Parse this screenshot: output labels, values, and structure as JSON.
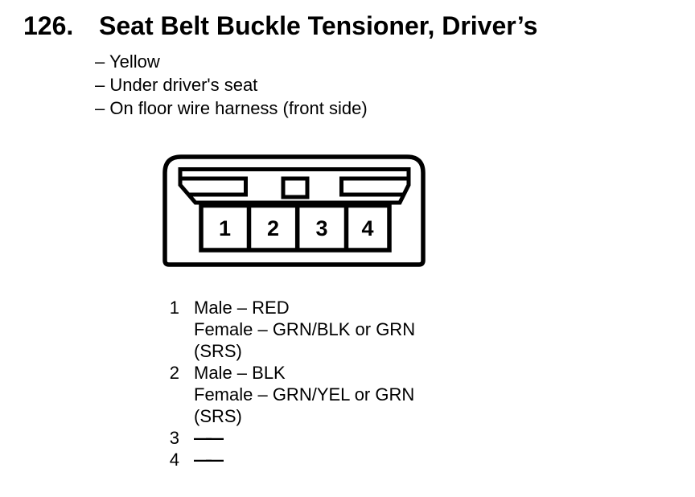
{
  "colors": {
    "ink": "#000000",
    "paper": "#ffffff"
  },
  "header": {
    "number": "126.",
    "title": "Seat Belt Buckle Tensioner, Driver’s"
  },
  "location_notes": [
    "– Yellow",
    "– Under driver's seat",
    "– On floor wire harness (front side)"
  ],
  "connector": {
    "pin_labels": [
      "1",
      "2",
      "3",
      "4"
    ]
  },
  "pinout": [
    {
      "pin": "1",
      "lines": [
        "Male – RED",
        "Female – GRN/BLK or GRN",
        "(SRS)"
      ]
    },
    {
      "pin": "2",
      "lines": [
        "Male – BLK",
        "Female – GRN/YEL or GRN",
        "(SRS)"
      ]
    },
    {
      "pin": "3",
      "lines": [
        "——"
      ]
    },
    {
      "pin": "4",
      "lines": [
        "——"
      ]
    }
  ]
}
